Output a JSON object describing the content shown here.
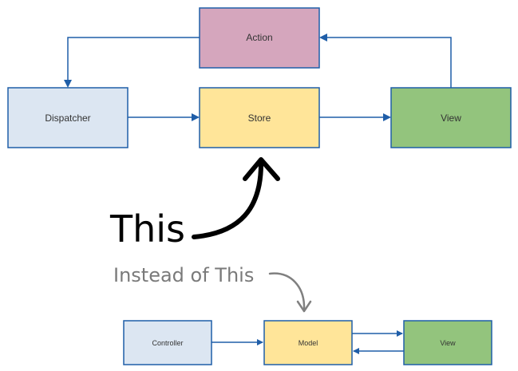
{
  "flux": {
    "action": "Action",
    "dispatcher": "Dispatcher",
    "store": "Store",
    "view": "View"
  },
  "mvc": {
    "controller": "Controller",
    "model": "Model",
    "view": "View"
  },
  "annotations": {
    "this": "This",
    "instead_of_this": "Instead of This"
  },
  "colors": {
    "blue_fill": "#dce6f2",
    "pink_fill": "#d5a6bd",
    "yellow_fill": "#ffe599",
    "green_fill": "#93c47d",
    "border": "#1f5ea8",
    "arrow": "#1f5ea8"
  }
}
